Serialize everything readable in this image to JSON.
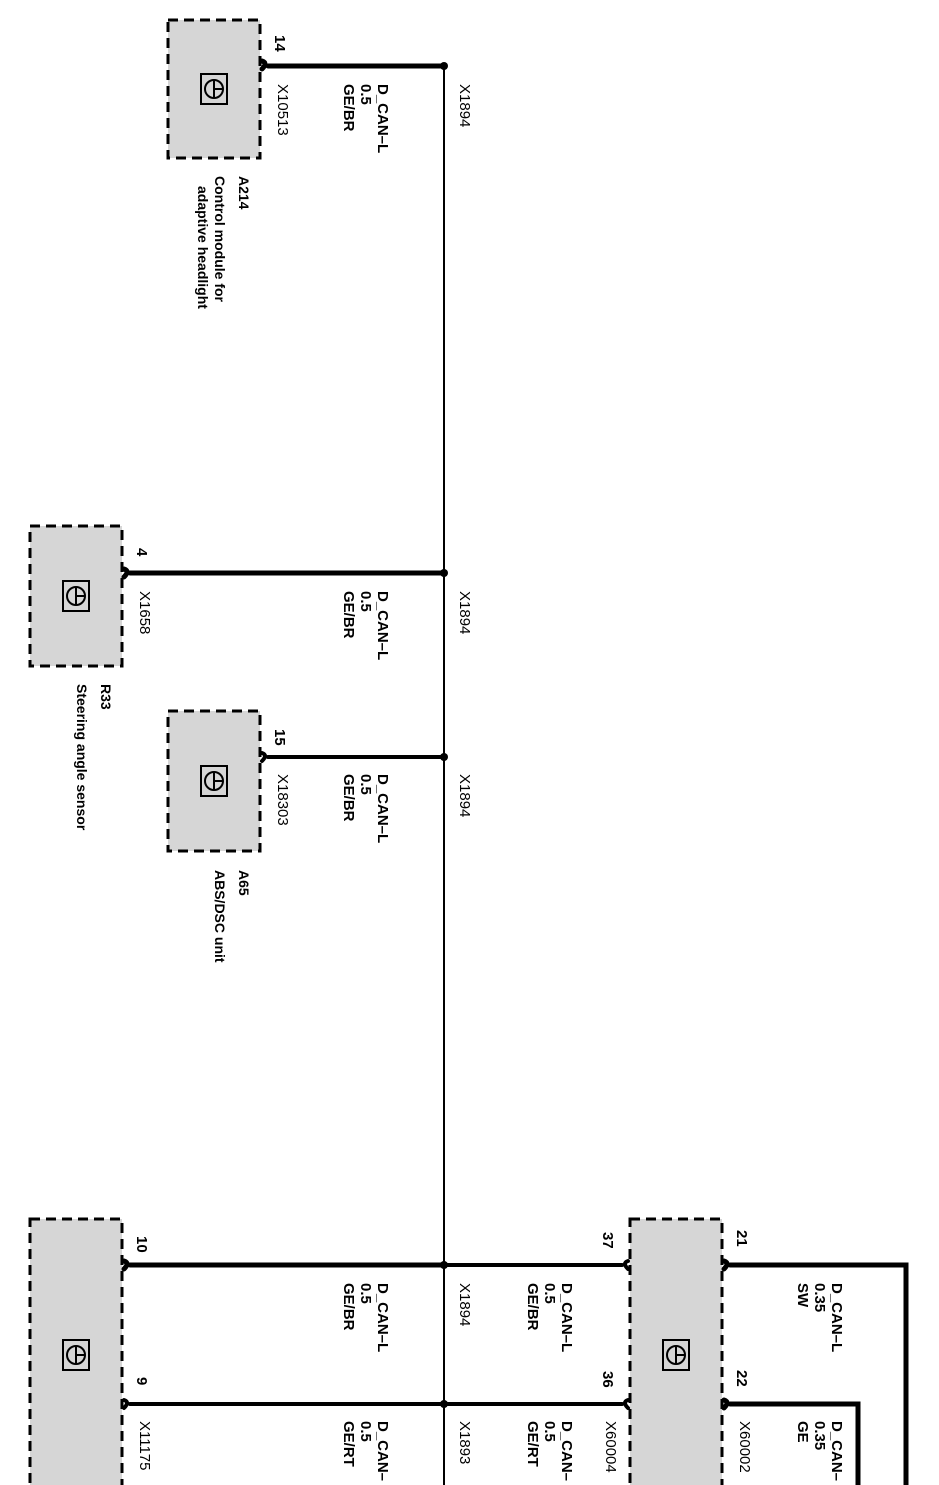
{
  "components": [
    {
      "id": "A214",
      "description_lines": [
        "Control module for",
        "adaptive headlight"
      ]
    },
    {
      "id": "R33",
      "description_lines": [
        "Steering angle sensor"
      ]
    },
    {
      "id": "A65",
      "description_lines": [
        "ABS/DSC unit"
      ]
    }
  ],
  "connections": [
    {
      "pin": "14",
      "connector": "X10513",
      "signal": "D_CAN–L",
      "size": "0.5",
      "color": "GE/BR",
      "splice": "X1894"
    },
    {
      "pin": "4",
      "connector": "X1658",
      "signal": "D_CAN–L",
      "size": "0.5",
      "color": "GE/BR",
      "splice": "X1894"
    },
    {
      "pin": "15",
      "connector": "X18303",
      "signal": "D_CAN–L",
      "size": "0.5",
      "color": "GE/BR",
      "splice": "X1894"
    },
    {
      "pin": "10",
      "signal": "D_CAN–L",
      "size": "0.5",
      "color": "GE/BR",
      "splice": "X1894"
    },
    {
      "pin": "9",
      "connector": "X11175",
      "signal": "D_CAN–",
      "size": "0.5",
      "color": "GE/RT",
      "splice": "X1893"
    },
    {
      "pin": "37",
      "signal": "D_CAN–L",
      "size": "0.5",
      "color": "GE/BR"
    },
    {
      "pin": "36",
      "connector": "X60004",
      "signal": "D_CAN–",
      "size": "0.5",
      "color": "GE/RT"
    },
    {
      "pin": "21",
      "signal": "D_CAN–L",
      "size": "0.35",
      "color": "SW"
    },
    {
      "pin": "22",
      "connector": "X60002",
      "signal": "D_CAN–",
      "size": "0.35",
      "color": "GE"
    }
  ]
}
